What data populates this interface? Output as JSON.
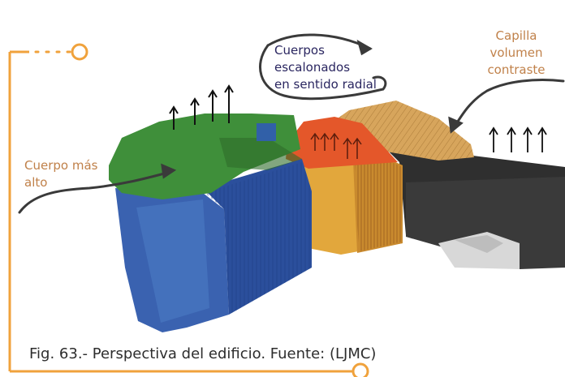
{
  "figure": {
    "caption": "Fig. 63.- Perspectiva del edificio. Fuente: (LJMC)",
    "annotations": {
      "radial": [
        "Cuerpos",
        "escalonados",
        "en sentido radial"
      ],
      "chapel": [
        "Capilla",
        "volumen",
        "contraste"
      ],
      "tallest": [
        "Cuerpo más",
        "alto"
      ]
    }
  },
  "colors": {
    "frame_orange": "#f0a23c",
    "green_roof": "#3f8f3a",
    "blue_mass": "#3a62b0",
    "orange_roof": "#e4572a",
    "yellow_mass": "#e2a73c",
    "chapel_roof": "#d7a55c",
    "dark_mass": "#2f2f2f",
    "radial_text": "#2a2660",
    "annotation_text": "#c0814a"
  }
}
